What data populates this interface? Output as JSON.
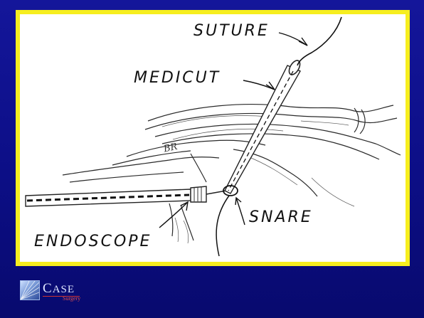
{
  "figure": {
    "labels": {
      "suture": "SUTURE",
      "medicut": "MEDICUT",
      "snare": "SNARE",
      "endoscope": "ENDOSCOPE",
      "br": "BR"
    }
  },
  "logo": {
    "name_initial": "C",
    "name_rest": "ASE",
    "subtitle": "Surgery"
  },
  "colors": {
    "background": "#0c0e86",
    "frame_border": "#f6ee1f",
    "panel": "#ffffff"
  }
}
